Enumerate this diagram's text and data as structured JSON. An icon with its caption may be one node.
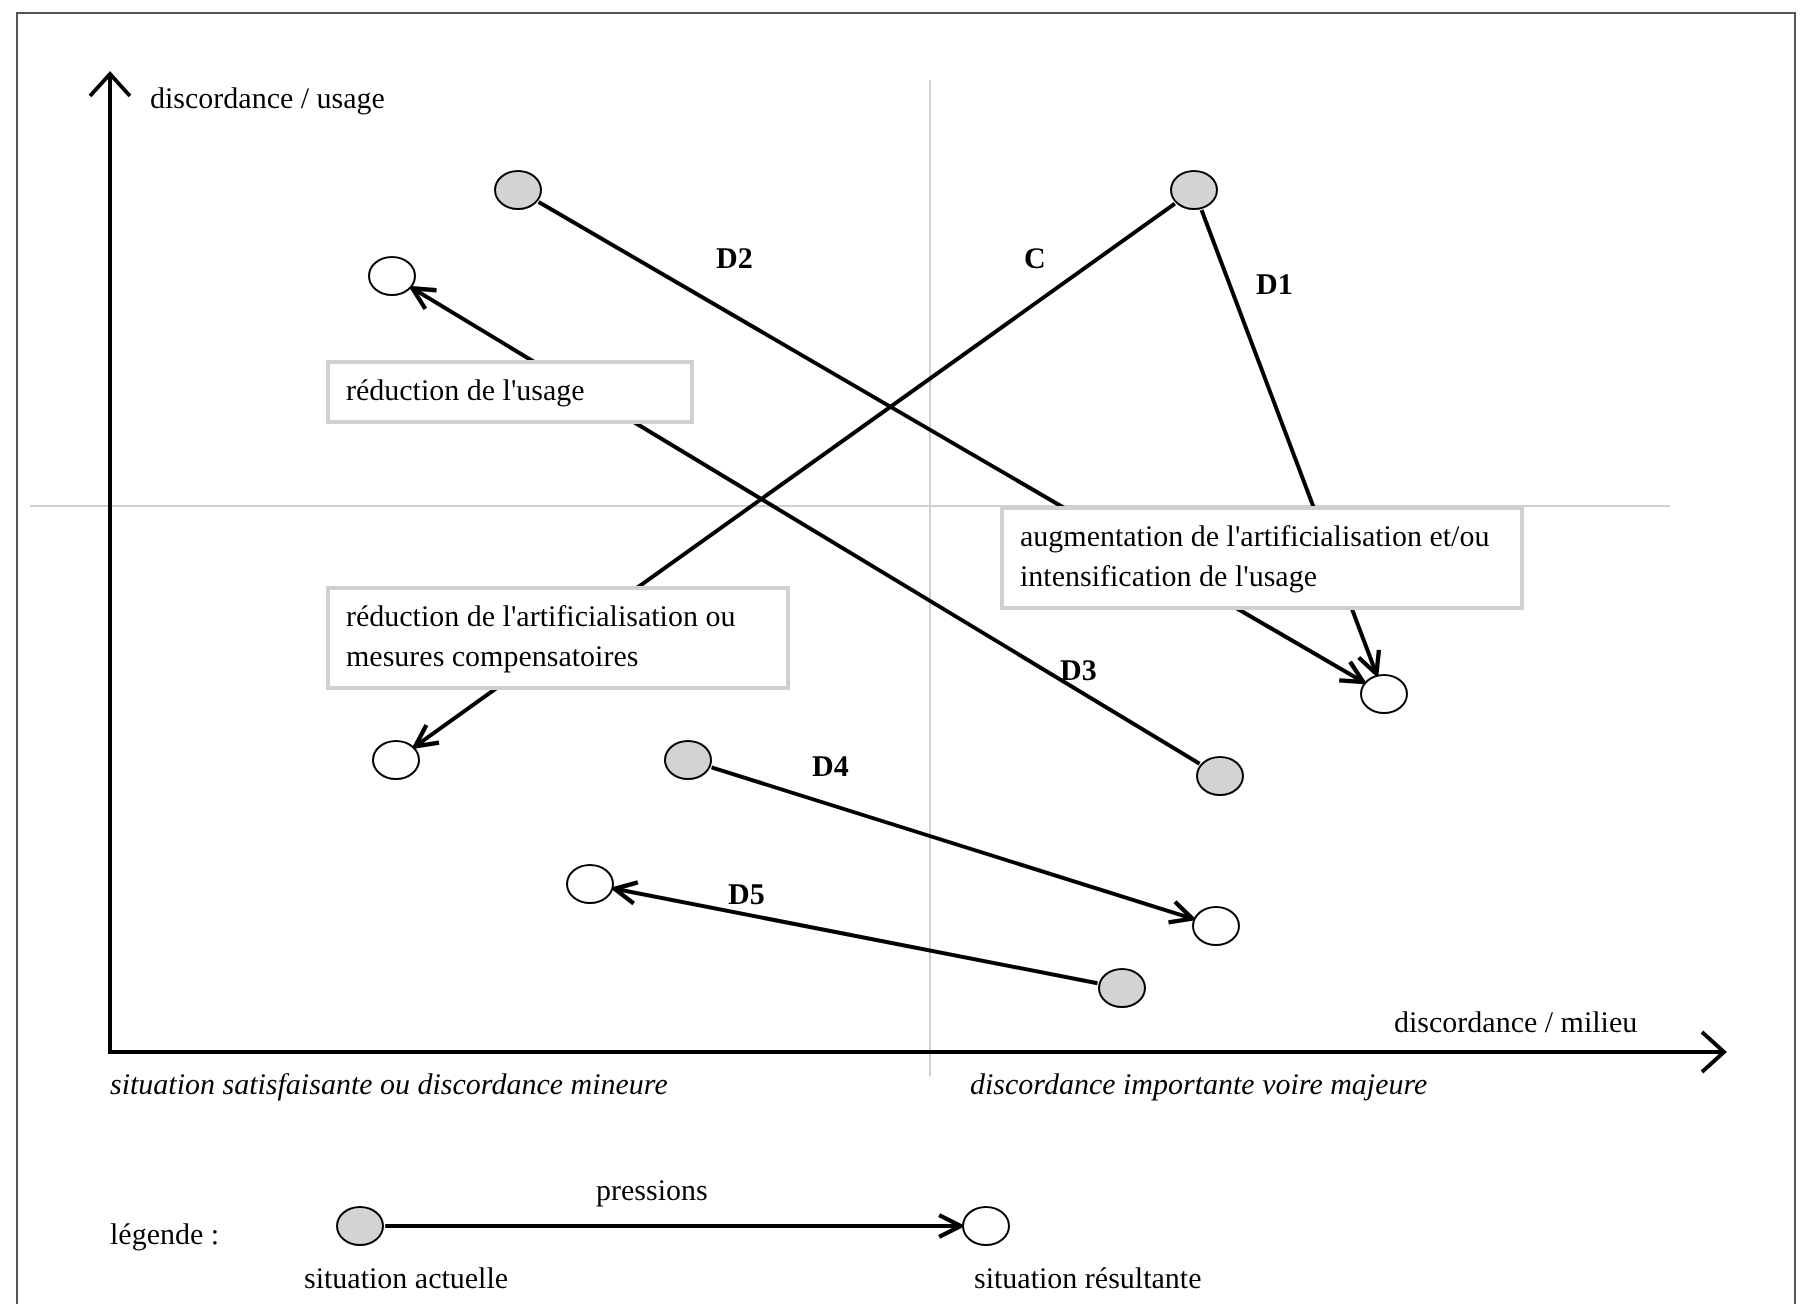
{
  "diagram": {
    "nodes": [
      {
        "text": [],
        "shape": "circle"
      },
      {
        "text": [],
        "shape": "circle"
      },
      {
        "text": [],
        "shape": "circle"
      },
      {
        "text": [],
        "shape": "circle"
      },
      {
        "text": [],
        "shape": "circle"
      },
      {
        "text": [],
        "shape": "circle"
      },
      {
        "text": [],
        "shape": "circle"
      },
      {
        "text": [],
        "shape": "circle"
      },
      {
        "text": [],
        "shape": "circle"
      },
      {
        "text": [],
        "shape": "circle"
      },
      {
        "text": [],
        "shape": "circle",
        "beside": [
          "situation actuelle"
        ]
      },
      {
        "text": [],
        "shape": "circle",
        "beside": [
          "situation résultante"
        ]
      }
    ],
    "edges": [
      {
        "from": 0,
        "to": 3,
        "arrow": "to",
        "label": "D2"
      },
      {
        "from": 1,
        "to": 4,
        "arrow": "to",
        "label": "C"
      },
      {
        "from": 1,
        "to": 3,
        "arrow": "to",
        "label": "D1"
      },
      {
        "from": 6,
        "to": 2,
        "arrow": "to",
        "label": "D3"
      },
      {
        "from": 5,
        "to": 8,
        "arrow": "to",
        "label": "D4"
      },
      {
        "from": 9,
        "to": 7,
        "arrow": "to",
        "label": "D5"
      },
      {
        "from": 10,
        "to": 11,
        "arrow": "to",
        "label": "pressions"
      }
    ],
    "labels": [
      "discordance / usage",
      "réduction de l'usage",
      "augmentation de l'artificialisation et/ou intensification de l'usage",
      "réduction de l'artificialisation ou mesures compensatoires",
      "discordance / milieu",
      "situation satisfaisante ou discordance mineure",
      "discordance importante voire majeure",
      "légende :"
    ]
  }
}
